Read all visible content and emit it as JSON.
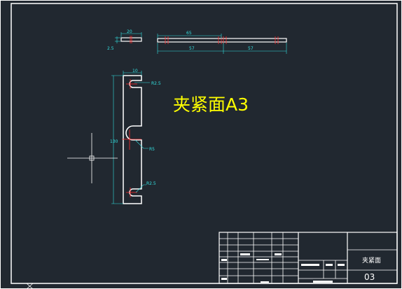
{
  "drawing": {
    "label": "夹紧面A3",
    "label_color": "#ffff00",
    "background": "#212830",
    "outline_color": "#ffffff",
    "dimension_color": "#33e0e0",
    "center_mark_color": "#ff2a2a"
  },
  "dimensions": {
    "top_left_width": "20",
    "top_left_thickness": "2.5",
    "top_right_hole_spacing": "65",
    "top_right_left_length": "57",
    "top_right_right_length": "57",
    "side_top_width": "10",
    "side_height": "130",
    "radius_top": "R2.5",
    "radius_mid": "R5",
    "radius_bottom": "R2.5"
  },
  "title_block": {
    "part_name": "夹紧面",
    "drawing_number": "03"
  },
  "icons": {
    "crosshair": "crosshair-cursor-icon",
    "ucs": "ucs-axis-icon"
  }
}
